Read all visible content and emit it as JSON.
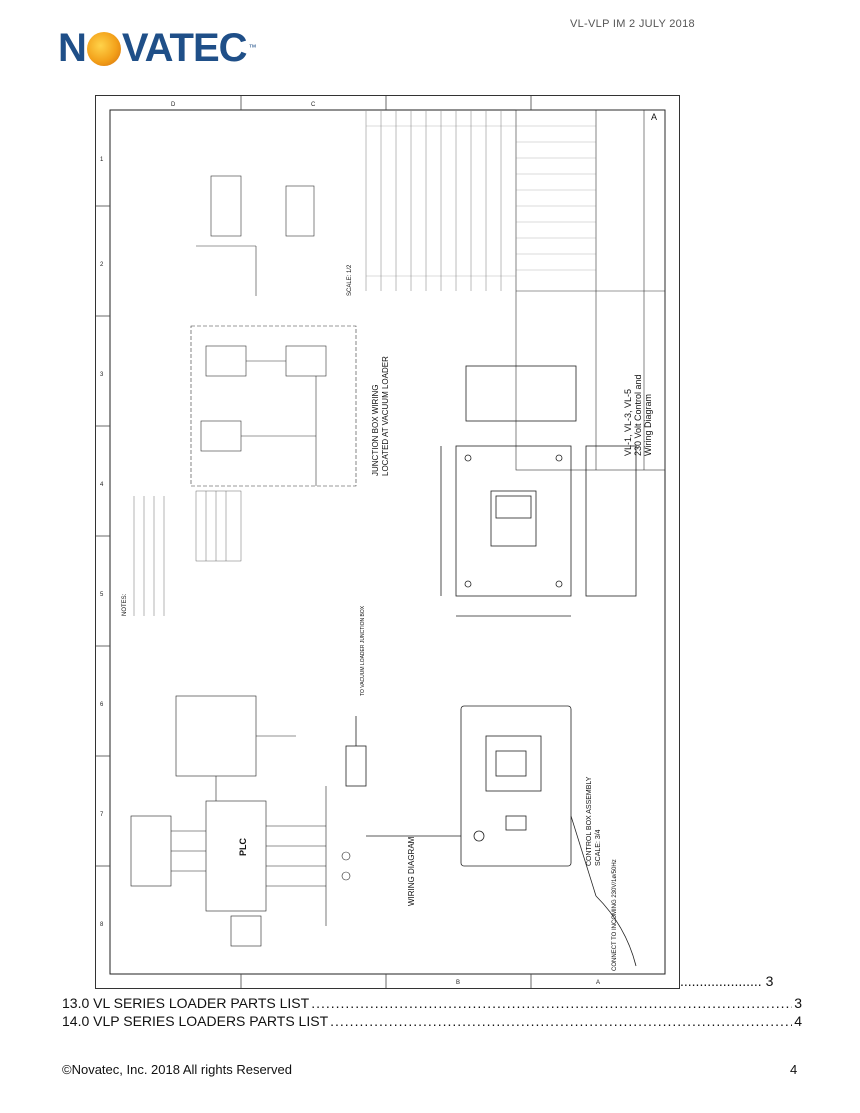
{
  "header": {
    "doc_code": "VL-VLP IM 2 JULY 2018"
  },
  "logo": {
    "text_left": "N",
    "text_right": "VATEC",
    "tm": "™"
  },
  "drawing": {
    "title_block": {
      "title_line1": "VL-1, VL-3, VL-5",
      "title_line2": "230 Volt Control and",
      "title_line3": "Wiring Diagram",
      "revision": "A"
    },
    "labels": {
      "junction_box": "JUNCTION BOX WIRING",
      "junction_box_sub": "LOCATED AT VACUUM LOADER",
      "control_box": "CONTROL BOX ASSEMBLY",
      "control_box_scale": "SCALE: 3/4",
      "wiring_diagram": "WIRING DIAGRAM",
      "plc": "PLC",
      "notes": "NOTES:",
      "scale_half": "SCALE: 1/2",
      "to_junction": "TO VACUUM LOADER JUNCTION BOX",
      "connect_to": "CONNECT TO INCOMING 230V/1ø/50Hz"
    },
    "border_columns": [
      "D",
      "C",
      "B",
      "A"
    ],
    "border_rows": [
      "1",
      "2",
      "3",
      "4",
      "5",
      "6",
      "7",
      "8"
    ]
  },
  "toc": {
    "partial_page": "3",
    "items": [
      {
        "label": "13.0 VL SERIES LOADER PARTS LIST ",
        "page": "3"
      },
      {
        "label": "14.0 VLP SERIES LOADERS PARTS LIST",
        "page": "4"
      }
    ]
  },
  "footer": {
    "copyright": "©Novatec, Inc. 2018 All rights Reserved",
    "page_number": "4"
  }
}
